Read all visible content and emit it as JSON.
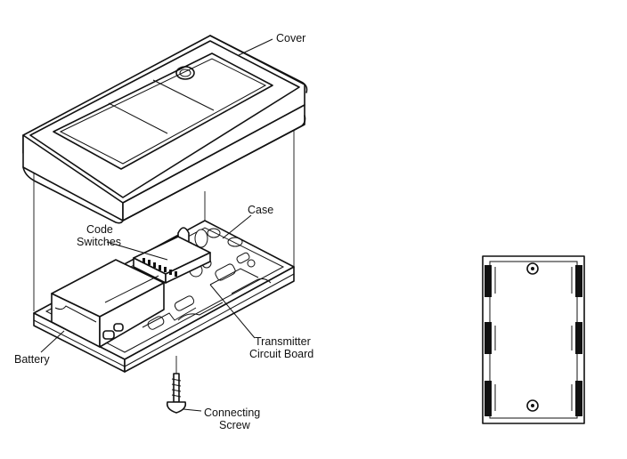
{
  "labels": {
    "cover": "Cover",
    "case": "Case",
    "code_switches_1": "Code",
    "code_switches_2": "Switches",
    "battery": "Battery",
    "transmitter_1": "Transmitter",
    "transmitter_2": "Circuit Board",
    "screw_1": "Connecting",
    "screw_2": "Screw"
  }
}
